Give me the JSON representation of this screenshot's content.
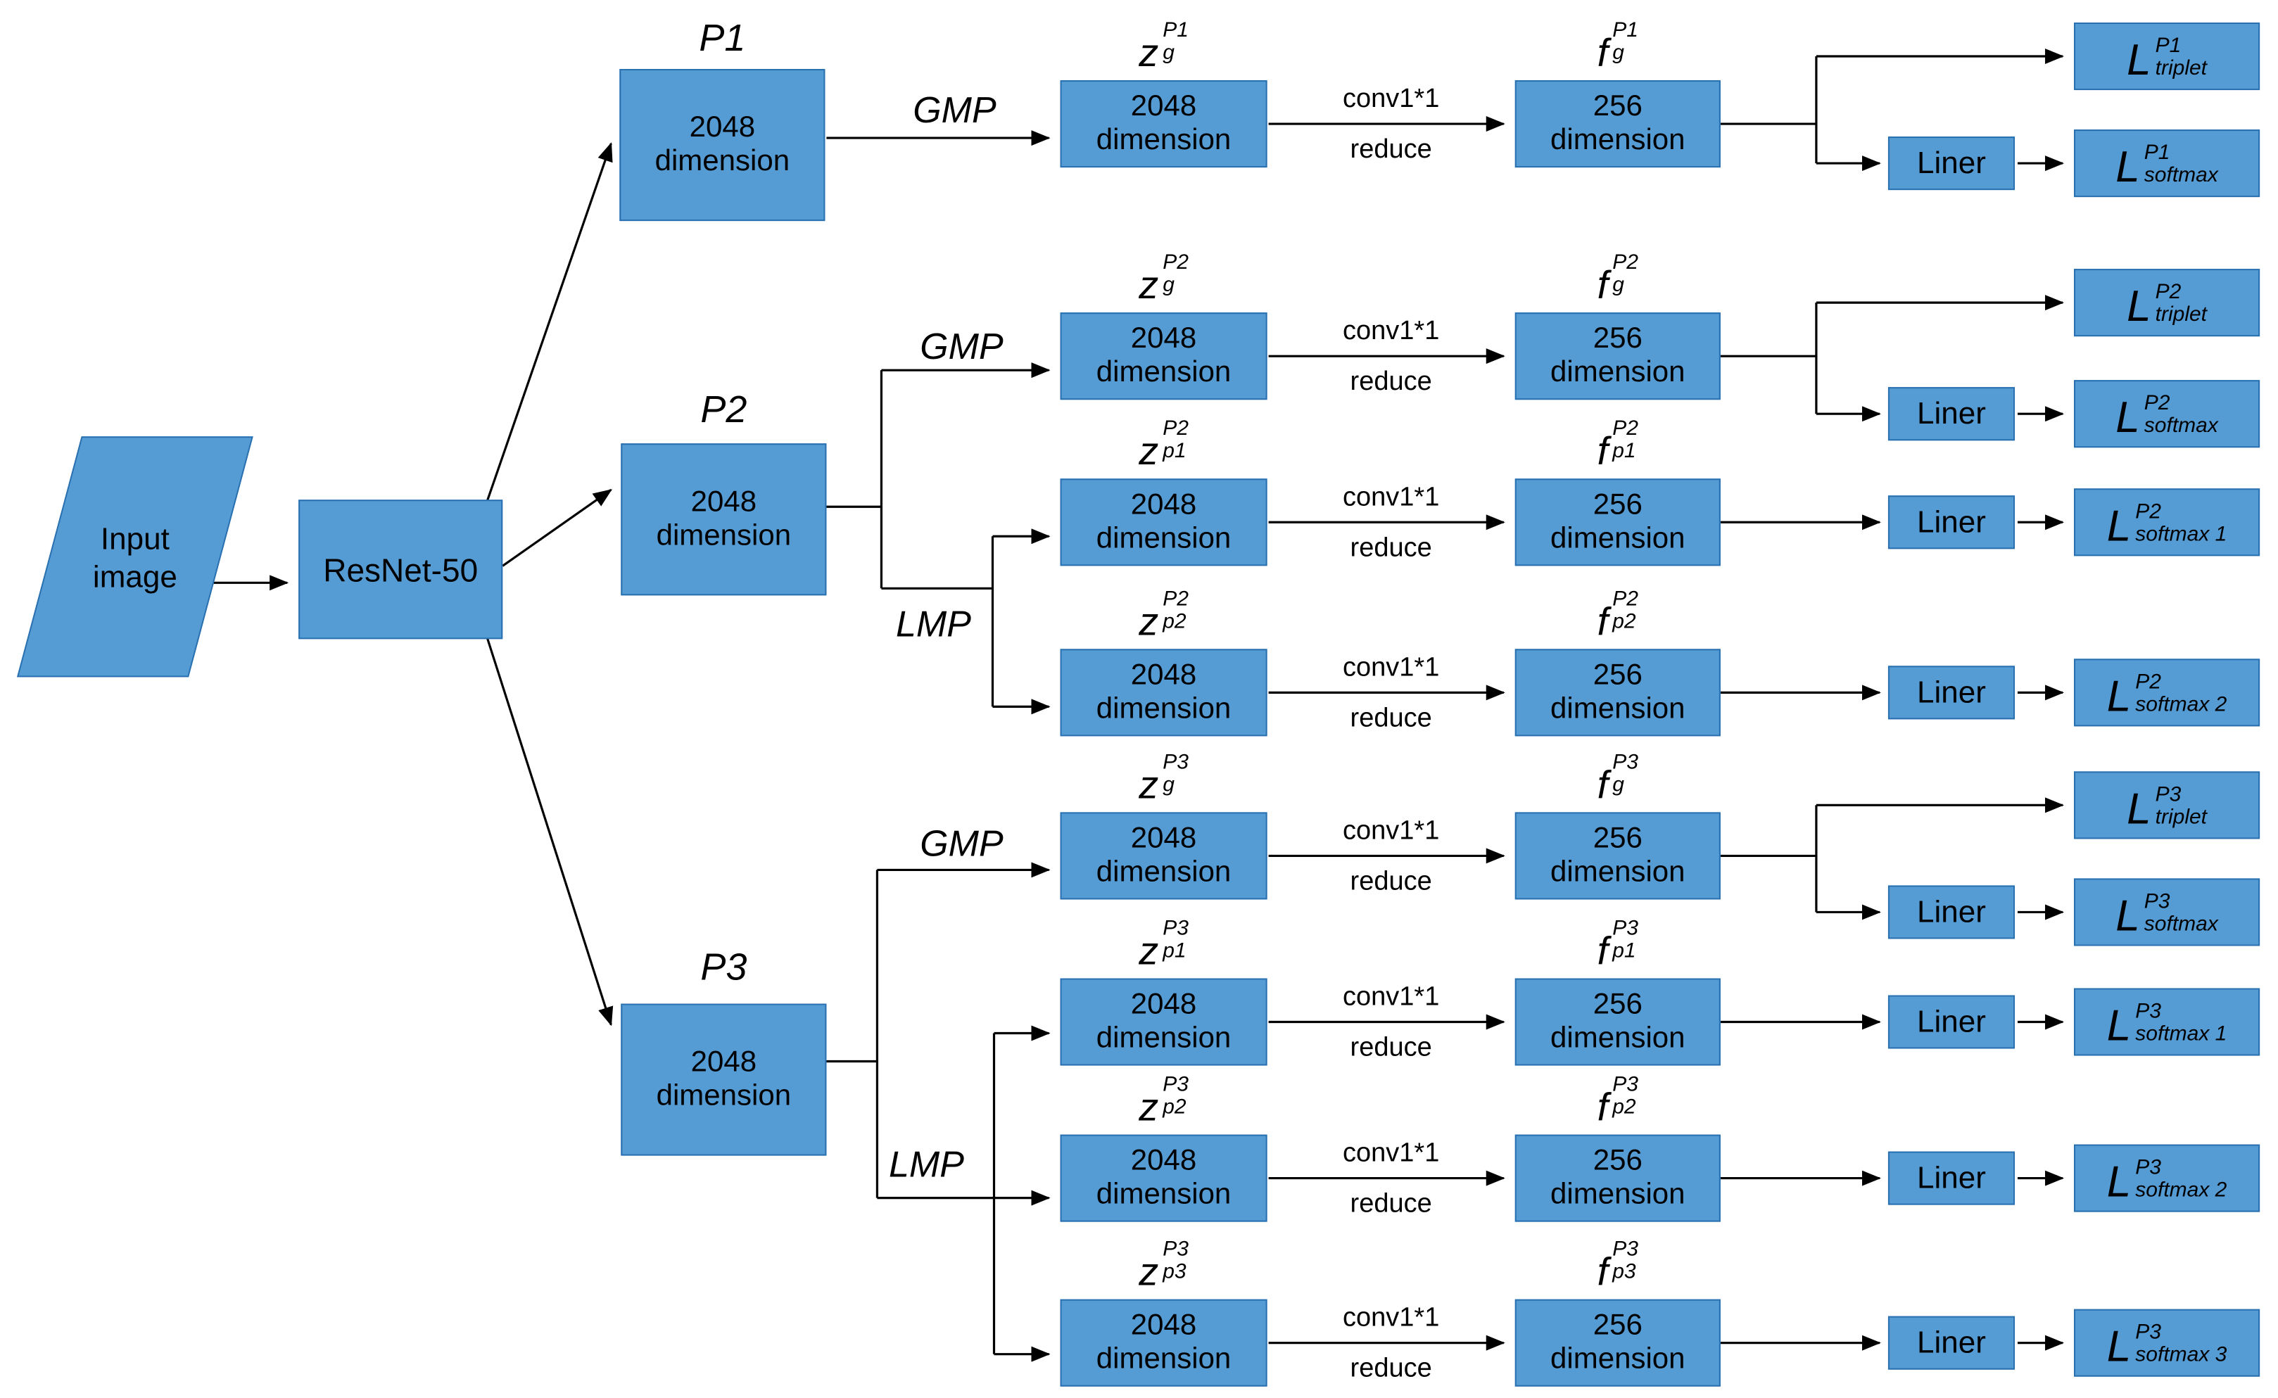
{
  "figure": {
    "input": {
      "label": "Input\nimage"
    },
    "backbone": {
      "label": "ResNet-50"
    },
    "branch_titles": {
      "p1": "P1",
      "p2": "P2",
      "p3": "P3"
    },
    "dims": {
      "d2048": "2048\ndimension",
      "d256": "256\ndimension"
    },
    "pool": {
      "gmp": "GMP",
      "lmp": "LMP"
    },
    "conv": {
      "line1": "conv1*1",
      "line2": "reduce"
    },
    "liner_label": "Liner",
    "colors": {
      "box_fill": "#559BD4",
      "box_border": "#2970B0",
      "line": "#000000",
      "text": "#000000"
    },
    "rows": [
      {
        "id": "p1-g",
        "z": {
          "main": "z",
          "sup": "P1",
          "sub": "g"
        },
        "f": {
          "main": "f",
          "sup": "P1",
          "sub": "g"
        },
        "triplet": {
          "main": "L",
          "sup": "P1",
          "sub": "triplet"
        },
        "softmax": {
          "main": "L",
          "sup": "P1",
          "sub": "softmax"
        }
      },
      {
        "id": "p2-g",
        "z": {
          "main": "z",
          "sup": "P2",
          "sub": "g"
        },
        "f": {
          "main": "f",
          "sup": "P2",
          "sub": "g"
        },
        "triplet": {
          "main": "L",
          "sup": "P2",
          "sub": "triplet"
        },
        "softmax": {
          "main": "L",
          "sup": "P2",
          "sub": "softmax"
        }
      },
      {
        "id": "p2-p1",
        "z": {
          "main": "z",
          "sup": "P2",
          "sub": "p1"
        },
        "f": {
          "main": "f",
          "sup": "P2",
          "sub": "p1"
        },
        "softmax": {
          "main": "L",
          "sup": "P2",
          "sub": "softmax 1"
        }
      },
      {
        "id": "p2-p2",
        "z": {
          "main": "z",
          "sup": "P2",
          "sub": "p2"
        },
        "f": {
          "main": "f",
          "sup": "P2",
          "sub": "p2"
        },
        "softmax": {
          "main": "L",
          "sup": "P2",
          "sub": "softmax 2"
        }
      },
      {
        "id": "p3-g",
        "z": {
          "main": "z",
          "sup": "P3",
          "sub": "g"
        },
        "f": {
          "main": "f",
          "sup": "P3",
          "sub": "g"
        },
        "triplet": {
          "main": "L",
          "sup": "P3",
          "sub": "triplet"
        },
        "softmax": {
          "main": "L",
          "sup": "P3",
          "sub": "softmax"
        }
      },
      {
        "id": "p3-p1",
        "z": {
          "main": "z",
          "sup": "P3",
          "sub": "p1"
        },
        "f": {
          "main": "f",
          "sup": "P3",
          "sub": "p1"
        },
        "softmax": {
          "main": "L",
          "sup": "P3",
          "sub": "softmax 1"
        }
      },
      {
        "id": "p3-p2",
        "z": {
          "main": "z",
          "sup": "P3",
          "sub": "p2"
        },
        "f": {
          "main": "f",
          "sup": "P3",
          "sub": "p2"
        },
        "softmax": {
          "main": "L",
          "sup": "P3",
          "sub": "softmax 2"
        }
      },
      {
        "id": "p3-p3",
        "z": {
          "main": "z",
          "sup": "P3",
          "sub": "p3"
        },
        "f": {
          "main": "f",
          "sup": "P3",
          "sub": "p3"
        },
        "softmax": {
          "main": "L",
          "sup": "P3",
          "sub": "softmax 3"
        }
      }
    ]
  }
}
